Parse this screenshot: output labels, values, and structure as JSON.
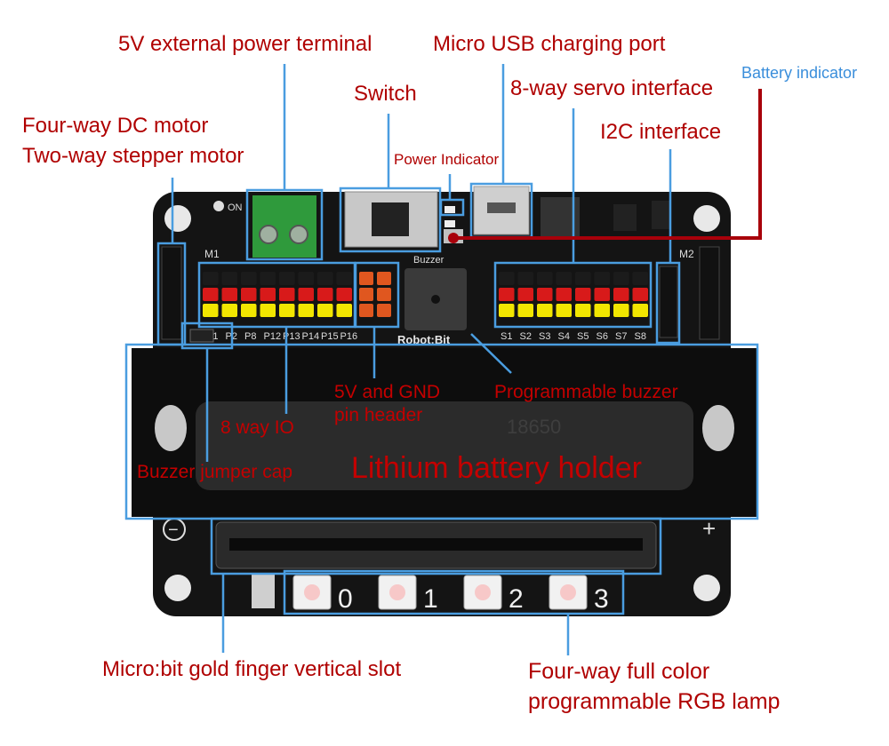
{
  "labels": {
    "power_terminal": "5V external power terminal",
    "usb_port": "Micro USB charging port",
    "battery_indicator": "Battery indicator",
    "switch": "Switch",
    "servo": "8-way servo interface",
    "motor_line1": "Four-way DC motor",
    "motor_line2": "Two-way stepper motor",
    "i2c": "I2C interface",
    "power_indicator": "Power Indicator",
    "pin_header_line1": "5V and GND",
    "pin_header_line2": "pin header",
    "buzzer": "Programmable buzzer",
    "io": "8 way IO",
    "jumper": "Buzzer jumper cap",
    "holder": "Lithium battery holder",
    "slot": "Micro:bit gold finger vertical slot",
    "rgb_line1": "Four-way full color",
    "rgb_line2": "programmable RGB lamp"
  },
  "board": {
    "robot_bit": "Robot:Bit",
    "buzzer_silk": "Buzzer",
    "on_silk": "ON",
    "m1": "M1",
    "m2": "M2",
    "cell": "18650",
    "rgb_nums": [
      "0",
      "1",
      "2",
      "3"
    ],
    "io_pins": [
      "P1",
      "P2",
      "P8",
      "P12",
      "P13",
      "P14",
      "P15",
      "P16"
    ],
    "servo_pins": [
      "S1",
      "S2",
      "S3",
      "S4",
      "S5",
      "S6",
      "S7",
      "S8"
    ],
    "minus": "−",
    "plus": "+"
  },
  "colors": {
    "label_red": "#b00000",
    "callout_blue": "#4a9de0",
    "board_black": "#141414",
    "indicator_line": "#a8000a"
  }
}
